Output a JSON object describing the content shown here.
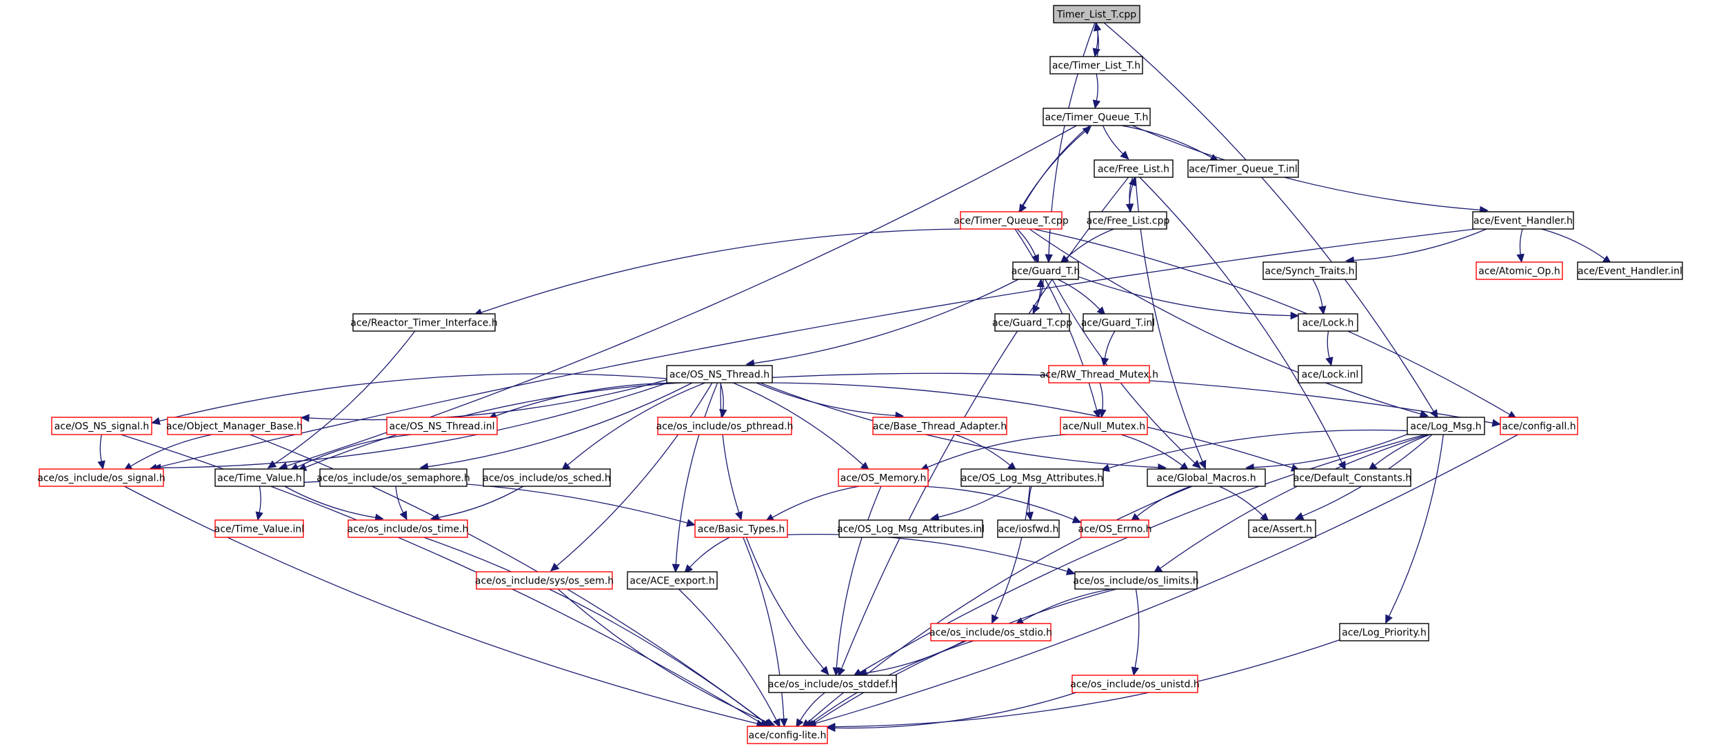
{
  "diagram": {
    "title": "Timer_List_T.cpp include dependency graph",
    "colors": {
      "edge": "#191970",
      "root_fill": "#bfbfbf",
      "normal_border": "#000000",
      "truncated_border": "#ff0000"
    },
    "nodes": [
      {
        "id": "n0",
        "label": "Timer_List_T.cpp",
        "kind": "root"
      },
      {
        "id": "n1",
        "label": "ace/Timer_List_T.h",
        "kind": "normal"
      },
      {
        "id": "n2",
        "label": "ace/Timer_Queue_T.h",
        "kind": "normal"
      },
      {
        "id": "n3",
        "label": "ace/Free_List.h",
        "kind": "normal"
      },
      {
        "id": "n4",
        "label": "ace/Timer_Queue_T.inl",
        "kind": "normal"
      },
      {
        "id": "n5",
        "label": "ace/Timer_Queue_T.cpp",
        "kind": "truncated"
      },
      {
        "id": "n6",
        "label": "ace/Free_List.cpp",
        "kind": "normal"
      },
      {
        "id": "n7",
        "label": "ace/Event_Handler.h",
        "kind": "normal"
      },
      {
        "id": "n8",
        "label": "ace/Guard_T.h",
        "kind": "normal"
      },
      {
        "id": "n9",
        "label": "ace/Synch_Traits.h",
        "kind": "normal"
      },
      {
        "id": "n10",
        "label": "ace/Atomic_Op.h",
        "kind": "truncated"
      },
      {
        "id": "n11",
        "label": "ace/Event_Handler.inl",
        "kind": "normal"
      },
      {
        "id": "n12",
        "label": "ace/Reactor_Timer_Interface.h",
        "kind": "normal"
      },
      {
        "id": "n13",
        "label": "ace/Guard_T.cpp",
        "kind": "normal"
      },
      {
        "id": "n14",
        "label": "ace/Guard_T.inl",
        "kind": "normal"
      },
      {
        "id": "n15",
        "label": "ace/Lock.h",
        "kind": "normal"
      },
      {
        "id": "n16",
        "label": "ace/OS_NS_Thread.h",
        "kind": "normal"
      },
      {
        "id": "n17",
        "label": "ace/RW_Thread_Mutex.h",
        "kind": "truncated"
      },
      {
        "id": "n18",
        "label": "ace/Lock.inl",
        "kind": "normal"
      },
      {
        "id": "n19",
        "label": "ace/OS_NS_signal.h",
        "kind": "truncated"
      },
      {
        "id": "n20",
        "label": "ace/Object_Manager_Base.h",
        "kind": "truncated"
      },
      {
        "id": "n21",
        "label": "ace/OS_NS_Thread.inl",
        "kind": "truncated"
      },
      {
        "id": "n22",
        "label": "ace/os_include/os_pthread.h",
        "kind": "truncated"
      },
      {
        "id": "n23",
        "label": "ace/Base_Thread_Adapter.h",
        "kind": "truncated"
      },
      {
        "id": "n24",
        "label": "ace/Null_Mutex.h",
        "kind": "truncated"
      },
      {
        "id": "n25",
        "label": "ace/Log_Msg.h",
        "kind": "normal"
      },
      {
        "id": "n26",
        "label": "ace/config-all.h",
        "kind": "truncated"
      },
      {
        "id": "n27",
        "label": "ace/os_include/os_signal.h",
        "kind": "truncated"
      },
      {
        "id": "n28",
        "label": "ace/Time_Value.h",
        "kind": "normal"
      },
      {
        "id": "n29",
        "label": "ace/os_include/os_semaphore.h",
        "kind": "normal"
      },
      {
        "id": "n30",
        "label": "ace/os_include/os_sched.h",
        "kind": "normal"
      },
      {
        "id": "n31",
        "label": "ace/OS_Memory.h",
        "kind": "truncated"
      },
      {
        "id": "n32",
        "label": "ace/OS_Log_Msg_Attributes.h",
        "kind": "normal"
      },
      {
        "id": "n33",
        "label": "ace/Global_Macros.h",
        "kind": "normal"
      },
      {
        "id": "n34",
        "label": "ace/Default_Constants.h",
        "kind": "normal"
      },
      {
        "id": "n35",
        "label": "ace/Time_Value.inl",
        "kind": "truncated"
      },
      {
        "id": "n36",
        "label": "ace/os_include/os_time.h",
        "kind": "truncated"
      },
      {
        "id": "n37",
        "label": "ace/Basic_Types.h",
        "kind": "truncated"
      },
      {
        "id": "n38",
        "label": "ace/OS_Log_Msg_Attributes.inl",
        "kind": "normal"
      },
      {
        "id": "n39",
        "label": "ace/iosfwd.h",
        "kind": "normal"
      },
      {
        "id": "n40",
        "label": "ace/OS_Errno.h",
        "kind": "truncated"
      },
      {
        "id": "n41",
        "label": "ace/Assert.h",
        "kind": "normal"
      },
      {
        "id": "n42",
        "label": "ace/os_include/sys/os_sem.h",
        "kind": "truncated"
      },
      {
        "id": "n43",
        "label": "ace/ACE_export.h",
        "kind": "normal"
      },
      {
        "id": "n44",
        "label": "ace/os_include/os_limits.h",
        "kind": "normal"
      },
      {
        "id": "n45",
        "label": "ace/os_include/os_stdio.h",
        "kind": "truncated"
      },
      {
        "id": "n46",
        "label": "ace/Log_Priority.h",
        "kind": "normal"
      },
      {
        "id": "n47",
        "label": "ace/os_include/os_stddef.h",
        "kind": "normal"
      },
      {
        "id": "n48",
        "label": "ace/os_include/os_unistd.h",
        "kind": "truncated"
      },
      {
        "id": "n49",
        "label": "ace/config-lite.h",
        "kind": "truncated"
      }
    ],
    "edges": [
      [
        "n0",
        "n1"
      ],
      [
        "n1",
        "n0"
      ],
      [
        "n1",
        "n2"
      ],
      [
        "n0",
        "n8"
      ],
      [
        "n0",
        "n25"
      ],
      [
        "n2",
        "n3"
      ],
      [
        "n2",
        "n4"
      ],
      [
        "n2",
        "n5"
      ],
      [
        "n5",
        "n2"
      ],
      [
        "n2",
        "n7"
      ],
      [
        "n2",
        "n28"
      ],
      [
        "n3",
        "n6"
      ],
      [
        "n6",
        "n3"
      ],
      [
        "n3",
        "n33"
      ],
      [
        "n3",
        "n34"
      ],
      [
        "n3",
        "n47"
      ],
      [
        "n5",
        "n8"
      ],
      [
        "n5",
        "n12"
      ],
      [
        "n5",
        "n24"
      ],
      [
        "n5",
        "n25"
      ],
      [
        "n5",
        "n26"
      ],
      [
        "n6",
        "n8"
      ],
      [
        "n7",
        "n9"
      ],
      [
        "n7",
        "n10"
      ],
      [
        "n7",
        "n11"
      ],
      [
        "n7",
        "n27"
      ],
      [
        "n8",
        "n13"
      ],
      [
        "n13",
        "n8"
      ],
      [
        "n8",
        "n14"
      ],
      [
        "n8",
        "n15"
      ],
      [
        "n8",
        "n16"
      ],
      [
        "n8",
        "n33"
      ],
      [
        "n9",
        "n15"
      ],
      [
        "n15",
        "n18"
      ],
      [
        "n12",
        "n28"
      ],
      [
        "n14",
        "n17"
      ],
      [
        "n17",
        "n24"
      ],
      [
        "n16",
        "n19"
      ],
      [
        "n16",
        "n20"
      ],
      [
        "n16",
        "n21"
      ],
      [
        "n16",
        "n22"
      ],
      [
        "n16",
        "n23"
      ],
      [
        "n16",
        "n29"
      ],
      [
        "n16",
        "n30"
      ],
      [
        "n16",
        "n31"
      ],
      [
        "n16",
        "n33"
      ],
      [
        "n16",
        "n34"
      ],
      [
        "n16",
        "n37"
      ],
      [
        "n16",
        "n42"
      ],
      [
        "n16",
        "n43"
      ],
      [
        "n16",
        "n26"
      ],
      [
        "n16",
        "n28"
      ],
      [
        "n16",
        "n27"
      ],
      [
        "n19",
        "n27"
      ],
      [
        "n19",
        "n49"
      ],
      [
        "n20",
        "n27"
      ],
      [
        "n20",
        "n49"
      ],
      [
        "n21",
        "n28"
      ],
      [
        "n23",
        "n32"
      ],
      [
        "n24",
        "n31"
      ],
      [
        "n24",
        "n33"
      ],
      [
        "n25",
        "n32"
      ],
      [
        "n25",
        "n33"
      ],
      [
        "n25",
        "n34"
      ],
      [
        "n25",
        "n41"
      ],
      [
        "n25",
        "n44"
      ],
      [
        "n25",
        "n46"
      ],
      [
        "n25",
        "n47"
      ],
      [
        "n26",
        "n49"
      ],
      [
        "n27",
        "n49"
      ],
      [
        "n28",
        "n35"
      ],
      [
        "n28",
        "n36"
      ],
      [
        "n28",
        "n37"
      ],
      [
        "n29",
        "n36"
      ],
      [
        "n30",
        "n36"
      ],
      [
        "n31",
        "n37"
      ],
      [
        "n31",
        "n40"
      ],
      [
        "n31",
        "n47"
      ],
      [
        "n32",
        "n38"
      ],
      [
        "n32",
        "n39"
      ],
      [
        "n32",
        "n45"
      ],
      [
        "n33",
        "n40"
      ],
      [
        "n33",
        "n41"
      ],
      [
        "n33",
        "n49"
      ],
      [
        "n36",
        "n49"
      ],
      [
        "n37",
        "n43"
      ],
      [
        "n37",
        "n44"
      ],
      [
        "n37",
        "n47"
      ],
      [
        "n37",
        "n49"
      ],
      [
        "n42",
        "n49"
      ],
      [
        "n43",
        "n49"
      ],
      [
        "n44",
        "n45"
      ],
      [
        "n44",
        "n48"
      ],
      [
        "n44",
        "n49"
      ],
      [
        "n45",
        "n47"
      ],
      [
        "n45",
        "n49"
      ],
      [
        "n46",
        "n49"
      ],
      [
        "n47",
        "n49"
      ],
      [
        "n48",
        "n49"
      ]
    ]
  }
}
